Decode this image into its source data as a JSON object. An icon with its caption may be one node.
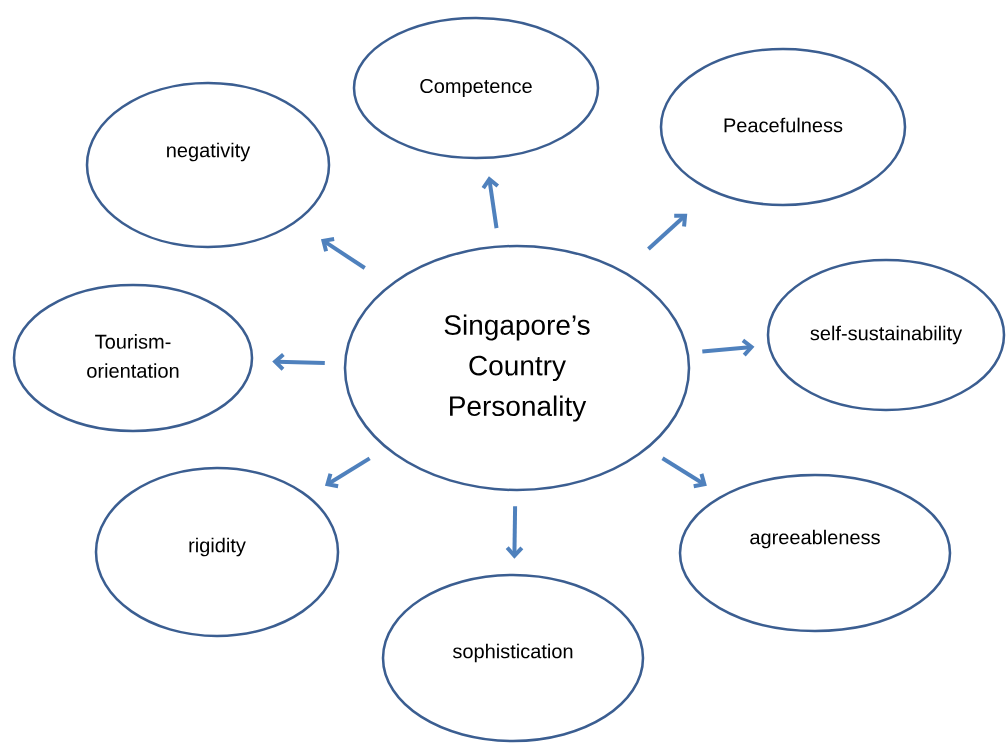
{
  "diagram": {
    "nodes": [
      {
        "text": [
          "Singapore’s Country Personality"
        ]
      },
      {
        "text": [
          "Competence"
        ]
      },
      {
        "text": [
          "Peacefulness"
        ]
      },
      {
        "text": [
          "self-sustainability"
        ]
      },
      {
        "text": [
          "agreeableness"
        ]
      },
      {
        "text": [
          "sophistication"
        ]
      },
      {
        "text": [
          "rigidity"
        ]
      },
      {
        "text": [
          "Tourism-orientation"
        ]
      },
      {
        "text": [
          "negativity"
        ]
      }
    ],
    "edges": [
      {
        "from": 0,
        "to": 1,
        "arrow": "to"
      },
      {
        "from": 0,
        "to": 2,
        "arrow": "to"
      },
      {
        "from": 0,
        "to": 3,
        "arrow": "to"
      },
      {
        "from": 0,
        "to": 4,
        "arrow": "to"
      },
      {
        "from": 0,
        "to": 5,
        "arrow": "to"
      },
      {
        "from": 0,
        "to": 6,
        "arrow": "to"
      },
      {
        "from": 0,
        "to": 7,
        "arrow": "to"
      },
      {
        "from": 0,
        "to": 8,
        "arrow": "to"
      }
    ]
  }
}
